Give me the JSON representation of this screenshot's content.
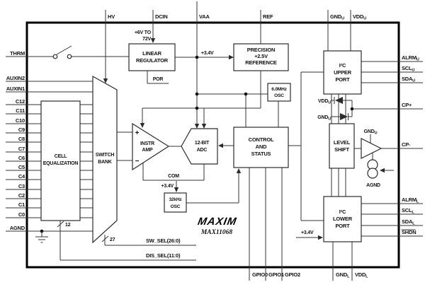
{
  "part": {
    "logo": "MAXIM",
    "number": "MAX11068"
  },
  "pins": {
    "top": {
      "hv": "HV",
      "dcin": "DCIN",
      "vaa": "VAA",
      "ref": "REF",
      "gnd_u": [
        "GND",
        "U"
      ],
      "vdd_u": [
        "VDD",
        "U"
      ]
    },
    "left": {
      "thrm": "THRM",
      "auxin2": "AUXIN2",
      "auxin1": "AUXIN1",
      "cells": [
        "C12",
        "C11",
        "C10",
        "C9",
        "C8",
        "C7",
        "C6",
        "C5",
        "C4",
        "C3",
        "C2",
        "C1",
        "C0"
      ],
      "agnd": "AGND"
    },
    "right": {
      "alrm_u": [
        "ALRM",
        "U"
      ],
      "scl_u": [
        "SCL",
        "U"
      ],
      "sda_u": [
        "SDA",
        "U"
      ],
      "cp_plus": "CP+",
      "cp_minus": "CP-",
      "alrm_l": [
        "ALRM",
        "L"
      ],
      "scl_l": [
        "SCL",
        "L"
      ],
      "sda_l": [
        "SDA",
        "L"
      ],
      "shdn": "SHDN"
    },
    "bottom": {
      "gpio0": "GPIO0",
      "gpio1": "GPIO1",
      "gpio2": "GPIO2",
      "gnd_l": [
        "GND",
        "L"
      ],
      "vdd_l": [
        "VDD",
        "L"
      ]
    }
  },
  "blocks": {
    "linear_regulator": [
      "LINEAR",
      "REGULATOR"
    ],
    "reference": [
      "PRECISION",
      "+2.5V",
      "REFERENCE"
    ],
    "osc_6mhz": [
      "6.0MHz",
      "OSC"
    ],
    "osc_32khz": [
      "32kHz",
      "OSC"
    ],
    "cell_equalization": [
      "CELL",
      "EQUALIZATION"
    ],
    "switch_bank": [
      "SWITCH",
      "BANK"
    ],
    "instr_amp": [
      "INSTR",
      "AMP"
    ],
    "adc": [
      "12-BIT",
      "ADC"
    ],
    "control_status": [
      "CONTROL",
      "AND",
      "STATUS"
    ],
    "i2c_upper": [
      "I²C",
      "UPPER",
      "PORT"
    ],
    "i2c_lower": [
      "I²C",
      "LOWER",
      "PORT"
    ],
    "level_shift": [
      "LEVEL",
      "SHIFT"
    ]
  },
  "annotations": {
    "dcin_range": [
      "+6V TO",
      "72V"
    ],
    "rail": "+3.4V",
    "por": "POR",
    "com": "COM",
    "plus": "+",
    "minus": "−",
    "bus12": "12",
    "bus27": "27",
    "sw_sel": "SW_SEL(26:0)",
    "dis_sel": "DIS_SEL(11:0)",
    "clamp_vdd": [
      "VDD",
      "U"
    ],
    "clamp_gnd": [
      "GND",
      "U"
    ],
    "buf_gnd": [
      "GND",
      "U"
    ],
    "agnd_internal": "AGND"
  }
}
